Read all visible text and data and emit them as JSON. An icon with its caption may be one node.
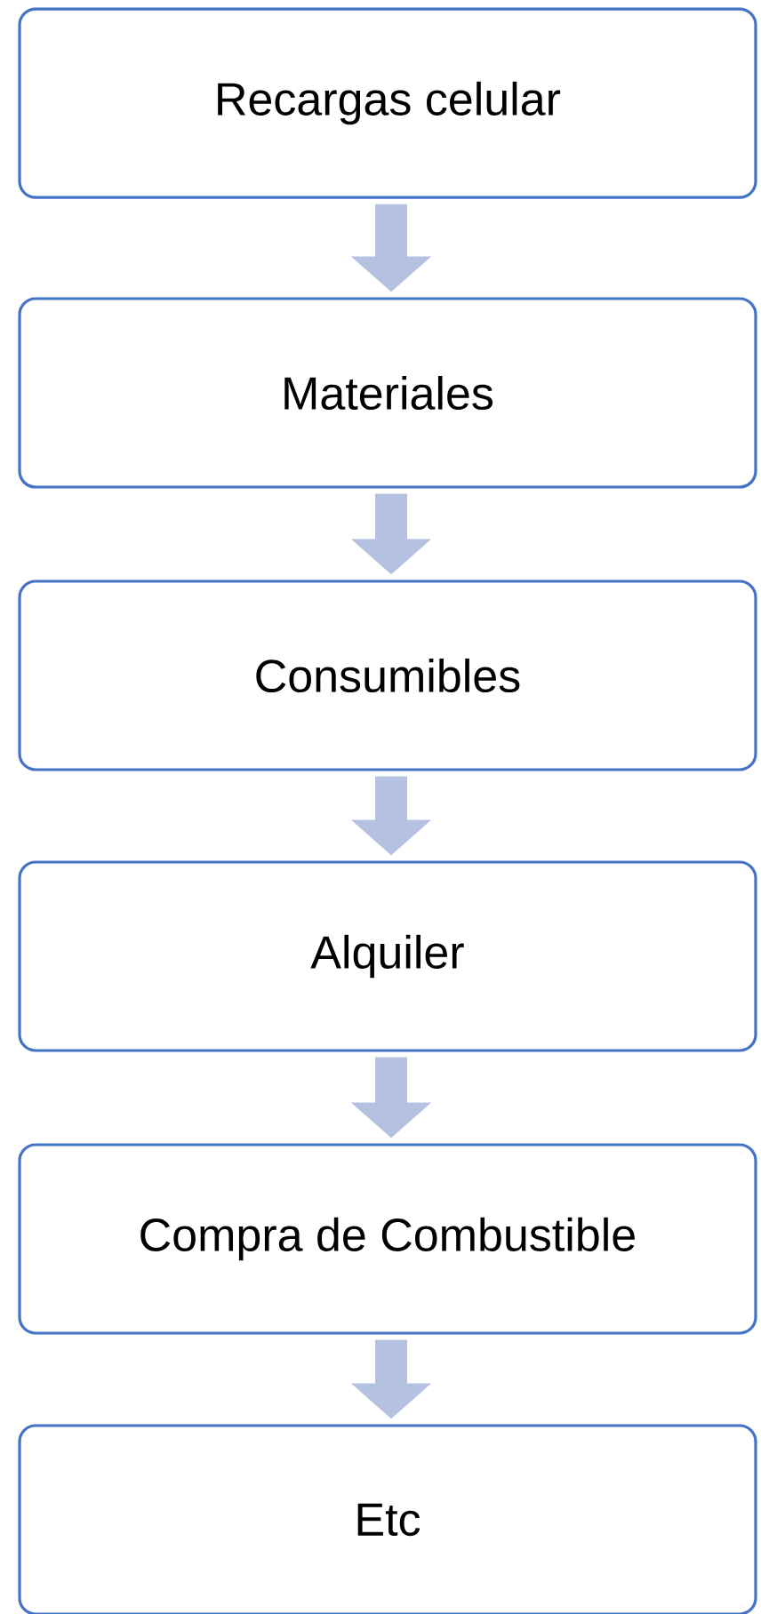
{
  "diagram": {
    "nodes": [
      {
        "text": [
          "Recargas celular"
        ]
      },
      {
        "text": [
          "Materiales"
        ]
      },
      {
        "text": [
          "Consumibles"
        ]
      },
      {
        "text": [
          "Alquiler"
        ]
      },
      {
        "text": [
          "Compra de Combustible"
        ]
      },
      {
        "text": [
          "Etc"
        ]
      }
    ],
    "edges": [
      {
        "from": 0,
        "to": 1,
        "arrow": "to"
      },
      {
        "from": 1,
        "to": 2,
        "arrow": "to"
      },
      {
        "from": 2,
        "to": 3,
        "arrow": "to"
      },
      {
        "from": 3,
        "to": 4,
        "arrow": "to"
      },
      {
        "from": 4,
        "to": 5,
        "arrow": "to"
      }
    ]
  }
}
